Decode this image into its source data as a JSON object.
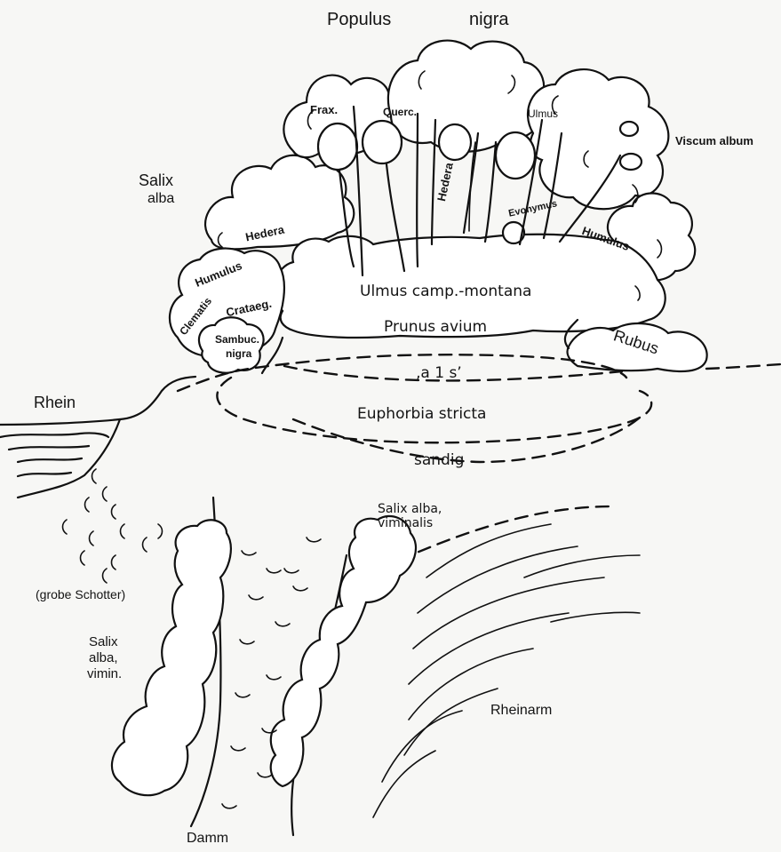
{
  "diagram": {
    "title_left": "Populus",
    "title_right": "nigra",
    "labels": {
      "frax": "Frax.",
      "querc": "Querc.",
      "ulmus": "Ulmus",
      "viscum": "Viscum album",
      "salix_alba_1": "Salix",
      "salix_alba_2": "alba",
      "hedera_left": "Hedera",
      "hedera_mid": "Hedera",
      "evonymus": "Evonymus",
      "humulus_right": "Humulus",
      "humulus_left": "Humulus",
      "clematis": "Clematis",
      "crataeg": "Crataeg.",
      "sambuc_1": "Sambuc.",
      "sambuc_2": "nigra",
      "ulmus_camp": "Ulmus camp.-montana",
      "prunus": "Prunus avium",
      "rubus": "Rubus",
      "a1s": "‚a 1 s’",
      "rhein": "Rhein",
      "euphorbia": "Euphorbia stricta",
      "sandig": "sandig",
      "salix_viminalis_1": "Salix alba,",
      "salix_viminalis_2": "viminalis",
      "schotter": "(grobe Schotter)",
      "salix_vimin_1": "Salix",
      "salix_vimin_2": "alba,",
      "salix_vimin_3": "vimin.",
      "rheinarm": "Rheinarm",
      "damm": "Damm"
    }
  }
}
